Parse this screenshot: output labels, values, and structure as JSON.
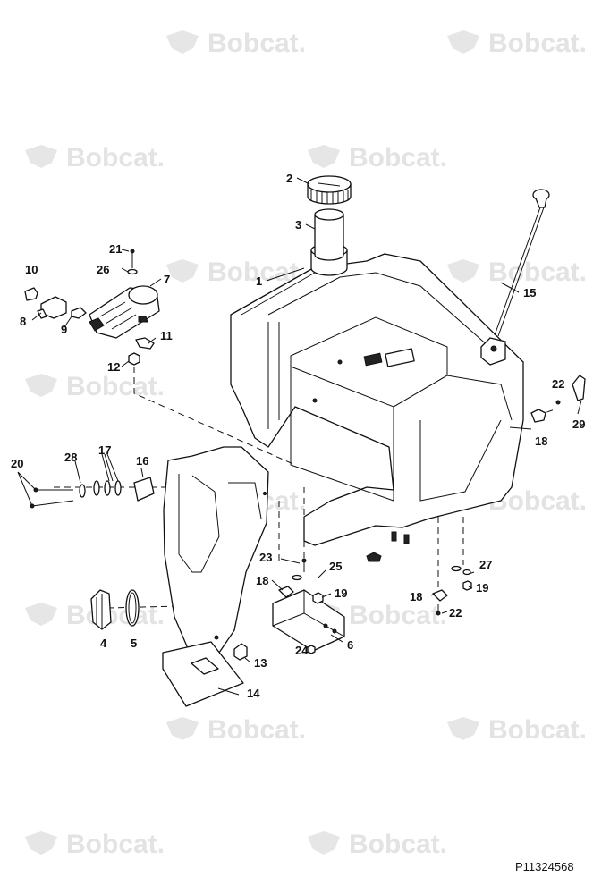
{
  "watermark": {
    "text": "Bobcat."
  },
  "drawing_number": "P11324568",
  "callouts": {
    "c1": "1",
    "c2": "2",
    "c3": "3",
    "c4": "4",
    "c5": "5",
    "c6": "6",
    "c7": "7",
    "c8": "8",
    "c9": "9",
    "c10": "10",
    "c11": "11",
    "c12": "12",
    "c13": "13",
    "c14": "14",
    "c15": "15",
    "c16": "16",
    "c17": "17",
    "c18a": "18",
    "c18b": "18",
    "c18c": "18",
    "c19a": "19",
    "c19b": "19",
    "c20": "20",
    "c21": "21",
    "c22a": "22",
    "c22b": "22",
    "c23": "23",
    "c24": "24",
    "c25": "25",
    "c26": "26",
    "c27": "27",
    "c28": "28",
    "c29": "29"
  },
  "colors": {
    "ink": "#111111",
    "watermark": "#e3e3e3",
    "paper": "#ffffff"
  }
}
